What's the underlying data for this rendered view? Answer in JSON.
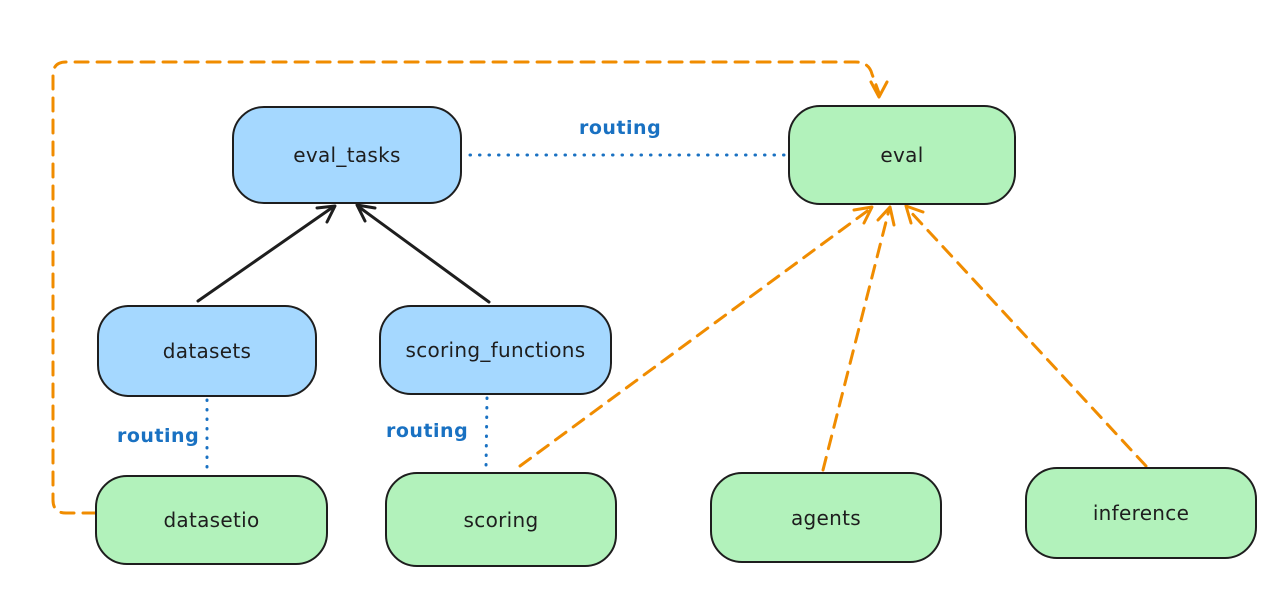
{
  "diagram": {
    "nodes": {
      "eval_tasks": {
        "label": "eval_tasks",
        "fill": "#a5d8ff"
      },
      "eval": {
        "label": "eval",
        "fill": "#b2f2bb"
      },
      "datasets": {
        "label": "datasets",
        "fill": "#a5d8ff"
      },
      "scoring_functions": {
        "label": "scoring_functions",
        "fill": "#a5d8ff"
      },
      "datasetio": {
        "label": "datasetio",
        "fill": "#b2f2bb"
      },
      "scoring": {
        "label": "scoring",
        "fill": "#b2f2bb"
      },
      "agents": {
        "label": "agents",
        "fill": "#b2f2bb"
      },
      "inference": {
        "label": "inference",
        "fill": "#b2f2bb"
      }
    },
    "edges": [
      {
        "from": "datasets",
        "to": "eval_tasks",
        "style": "solid",
        "color": "#1e1e1e",
        "arrow": true,
        "label": ""
      },
      {
        "from": "scoring_functions",
        "to": "eval_tasks",
        "style": "solid",
        "color": "#1e1e1e",
        "arrow": true,
        "label": ""
      },
      {
        "from": "eval_tasks",
        "to": "eval",
        "style": "dotted",
        "color": "#1971c2",
        "arrow": false,
        "label": "routing"
      },
      {
        "from": "datasets",
        "to": "datasetio",
        "style": "dotted",
        "color": "#1971c2",
        "arrow": false,
        "label": "routing"
      },
      {
        "from": "scoring_functions",
        "to": "scoring",
        "style": "dotted",
        "color": "#1971c2",
        "arrow": false,
        "label": "routing"
      },
      {
        "from": "datasetio",
        "to": "eval",
        "style": "dashed",
        "color": "#f08c00",
        "arrow": true,
        "label": ""
      },
      {
        "from": "scoring",
        "to": "eval",
        "style": "dashed",
        "color": "#f08c00",
        "arrow": true,
        "label": ""
      },
      {
        "from": "agents",
        "to": "eval",
        "style": "dashed",
        "color": "#f08c00",
        "arrow": true,
        "label": ""
      },
      {
        "from": "inference",
        "to": "eval",
        "style": "dashed",
        "color": "#f08c00",
        "arrow": true,
        "label": ""
      }
    ],
    "colors": {
      "background": "#ffffff",
      "node_stroke": "#1e1e1e",
      "blue_fill": "#a5d8ff",
      "green_fill": "#b2f2bb",
      "routing_line": "#1971c2",
      "provider_line": "#f08c00"
    }
  }
}
